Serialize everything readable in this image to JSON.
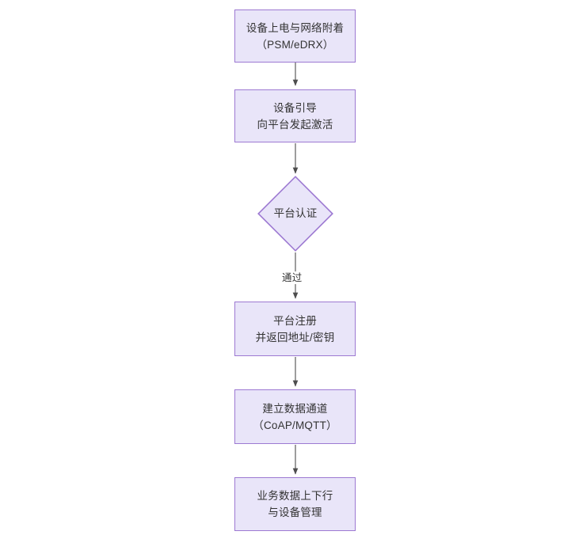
{
  "diagram": {
    "type": "flowchart",
    "orientation": "top-to-bottom",
    "theme": {
      "node_fill": "#e9e5f9",
      "node_border": "#9d79d2",
      "text_color": "#333333",
      "edge_color": "#4d4d4d",
      "background": "#ffffff"
    },
    "nodes": [
      {
        "id": "n1",
        "shape": "rectangle",
        "line1": "设备上电与网络附着",
        "line2": "（PSM/eDRX）"
      },
      {
        "id": "n2",
        "shape": "rectangle",
        "line1": "设备引导",
        "line2": "向平台发起激活"
      },
      {
        "id": "n3",
        "shape": "diamond",
        "line1": "平台认证",
        "line2": ""
      },
      {
        "id": "n4",
        "shape": "rectangle",
        "line1": "平台注册",
        "line2": "并返回地址/密钥"
      },
      {
        "id": "n5",
        "shape": "rectangle",
        "line1": "建立数据通道",
        "line2": "（CoAP/MQTT）"
      },
      {
        "id": "n6",
        "shape": "rectangle",
        "line1": "业务数据上下行",
        "line2": "与设备管理"
      }
    ],
    "edges": [
      {
        "id": "e1",
        "from": "n1",
        "to": "n2",
        "label": ""
      },
      {
        "id": "e2",
        "from": "n2",
        "to": "n3",
        "label": ""
      },
      {
        "id": "e3",
        "from": "n3",
        "to": "n4",
        "label": "通过"
      },
      {
        "id": "e4",
        "from": "n4",
        "to": "n5",
        "label": ""
      },
      {
        "id": "e5",
        "from": "n5",
        "to": "n6",
        "label": ""
      }
    ]
  }
}
